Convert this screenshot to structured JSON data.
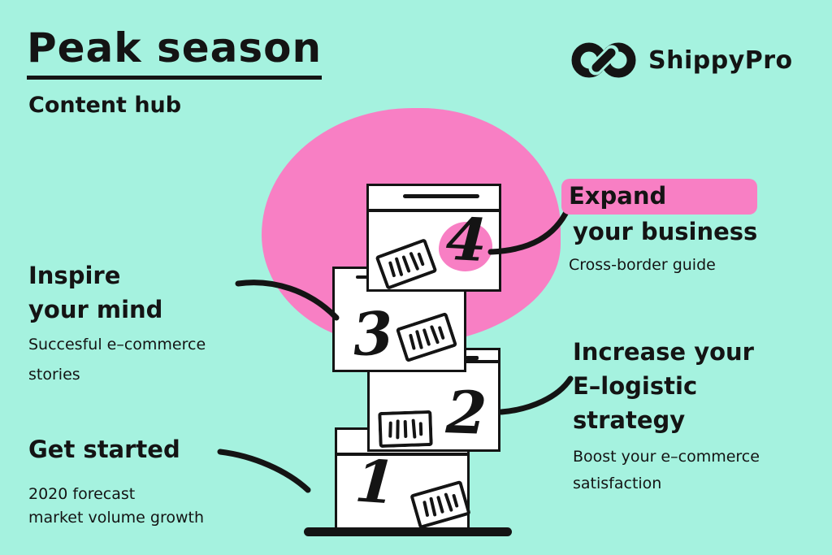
{
  "colors": {
    "background": "#a5f2df",
    "pink": "#f87fc4",
    "ink": "#141414",
    "box_fill": "#ffffff"
  },
  "header": {
    "title": "Peak season",
    "subtitle": "Content hub"
  },
  "logo": {
    "brand": "ShippyPro",
    "icon": "infinity-link-icon"
  },
  "callouts": {
    "inspire": {
      "heading": [
        "Inspire",
        "your mind"
      ],
      "subtitle": [
        "Succesful e–commerce",
        "stories"
      ]
    },
    "get_started": {
      "heading": [
        "Get started"
      ],
      "subtitle": [
        "2020 forecast",
        "market volume growth"
      ]
    },
    "expand": {
      "heading_highlight": "Expand",
      "heading": [
        "your business"
      ],
      "subtitle": [
        "Cross-border guide"
      ]
    },
    "increase": {
      "heading": [
        "Increase your",
        "E–logistic",
        "strategy"
      ],
      "subtitle": [
        "Boost your e–commerce",
        "satisfaction"
      ]
    }
  },
  "boxes": {
    "numbers": [
      "1",
      "2",
      "3",
      "4"
    ],
    "icon": "barcode-label-icon"
  }
}
